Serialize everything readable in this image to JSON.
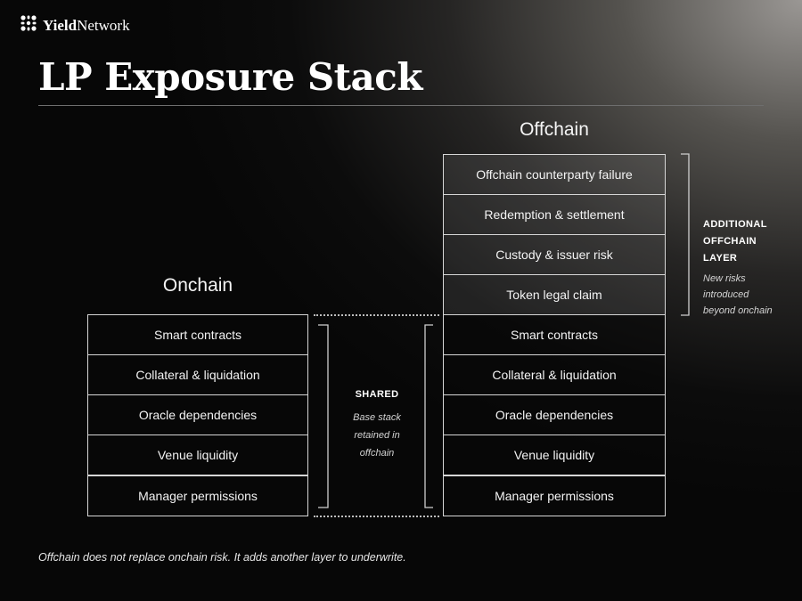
{
  "brand": {
    "name_bold": "Yield",
    "name_rest": "Network",
    "logo_icon": "yield-network-logo"
  },
  "title": "LP Exposure Stack",
  "columns": {
    "onchain": {
      "heading": "Onchain",
      "layers": [
        "Smart contracts",
        "Collateral & liquidation",
        "Oracle dependencies",
        "Venue liquidity",
        "Manager permissions"
      ]
    },
    "offchain": {
      "heading": "Offchain",
      "extra_layers": [
        "Offchain counterparty failure",
        "Redemption & settlement",
        "Custody & issuer risk",
        "Token legal claim"
      ],
      "layers": [
        "Smart contracts",
        "Collateral & liquidation",
        "Oracle dependencies",
        "Venue liquidity",
        "Manager permissions"
      ]
    }
  },
  "shared_label": {
    "heading": "SHARED",
    "sub": "Base stack retained in offchain"
  },
  "additional_label": {
    "heading": "ADDITIONAL OFFCHAIN LAYER",
    "sub": "New risks introduced beyond onchain"
  },
  "footer": "Offchain does not replace onchain risk. It adds another layer to underwrite.",
  "colors": {
    "background": "#0b0b0b",
    "box_border": "#d6d6d6",
    "extra_fill": "#3a3a3a",
    "text": "#f2f2f2"
  }
}
